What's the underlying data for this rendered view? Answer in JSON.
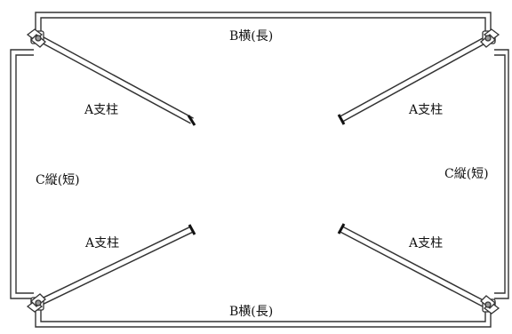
{
  "diagram": {
    "labels": {
      "b_top": "B横(長)",
      "b_bottom": "B横(長)",
      "c_left": "C縦(短)",
      "c_right": "C縦(短)",
      "a_top_left": "A支柱",
      "a_top_right": "A支柱",
      "a_bottom_left": "A支柱",
      "a_bottom_right": "A支柱"
    },
    "colors": {
      "line": "#333333",
      "tube_fill": "#ffffff",
      "background": "#ffffff"
    },
    "icons": [
      "corner-joint-icon"
    ]
  }
}
